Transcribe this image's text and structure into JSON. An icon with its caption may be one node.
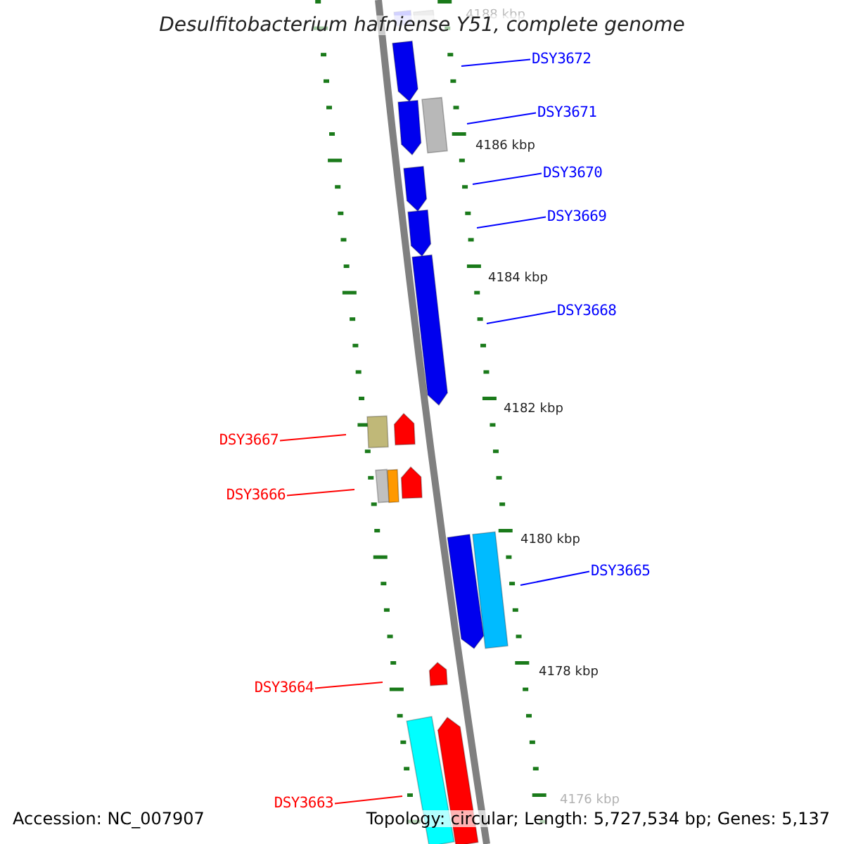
{
  "diagram": {
    "title": "Desulfitobacterium hafniense Y51, complete genome",
    "nodes": [
      {
        "text": [
          "DSY3672"
        ]
      },
      {
        "text": [
          "DSY3671"
        ]
      },
      {
        "text": [
          "DSY3670"
        ]
      },
      {
        "text": [
          "DSY3669"
        ]
      },
      {
        "text": [
          "DSY3668"
        ]
      },
      {
        "text": [
          "DSY3667"
        ]
      },
      {
        "text": [
          "DSY3666"
        ]
      },
      {
        "text": [
          "DSY3665"
        ]
      },
      {
        "text": [
          "DSY3664"
        ]
      },
      {
        "text": [
          "DSY3663"
        ]
      },
      {
        "text": [],
        "shape": "picture"
      }
    ],
    "edges": [
      {
        "from": 0,
        "to": 10,
        "arrow": "none"
      },
      {
        "from": 1,
        "to": 10,
        "arrow": "none"
      },
      {
        "from": 2,
        "to": 10,
        "arrow": "none"
      },
      {
        "from": 3,
        "to": 10,
        "arrow": "none"
      },
      {
        "from": 4,
        "to": 10,
        "arrow": "none"
      },
      {
        "from": 5,
        "to": 10,
        "arrow": "none",
        "color": "#ff0000"
      },
      {
        "from": 6,
        "to": 10,
        "arrow": "none",
        "color": "#ff0000"
      },
      {
        "from": 7,
        "to": 10,
        "arrow": "none"
      },
      {
        "from": 8,
        "to": 10,
        "arrow": "none",
        "color": "#ff0000"
      },
      {
        "from": 9,
        "to": 10,
        "arrow": "none",
        "color": "#ff0000"
      }
    ],
    "labels": [
      "4188 kbp",
      "4186 kbp",
      "4184 kbp",
      "4182 kbp",
      "4180 kbp",
      "4178 kbp",
      "4176 kbp",
      "Accession: NC_007907",
      "Topology: circular; Length: 5,727,534 bp; Genes: 5,137"
    ]
  }
}
